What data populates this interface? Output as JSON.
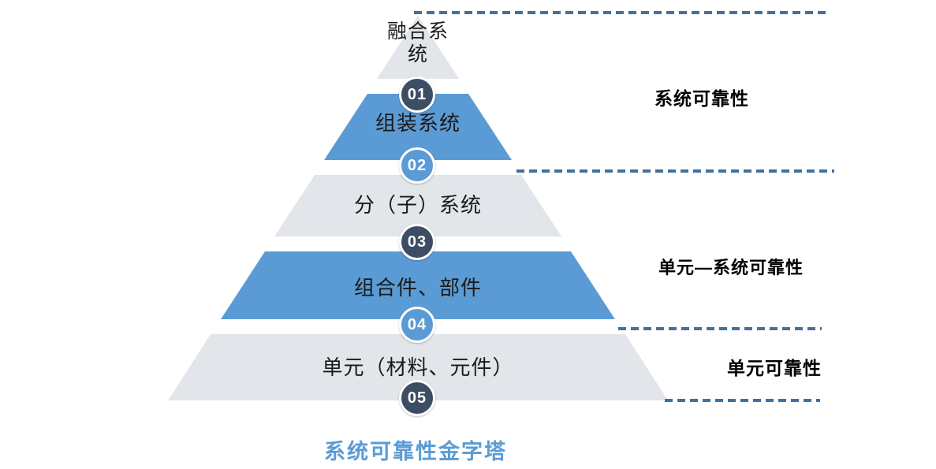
{
  "pyramid": {
    "levels": [
      {
        "label": "融合系统",
        "badge": "01",
        "fill": "gray",
        "badge_color": "dark"
      },
      {
        "label": "组装系统",
        "badge": "02",
        "fill": "blue",
        "badge_color": "blue"
      },
      {
        "label": "分（子）系统",
        "badge": "03",
        "fill": "gray",
        "badge_color": "dark"
      },
      {
        "label": "组合件、部件",
        "badge": "04",
        "fill": "blue",
        "badge_color": "blue"
      },
      {
        "label": "单元（材料、元件）",
        "badge": "05",
        "fill": "gray",
        "badge_color": "dark"
      }
    ]
  },
  "annotations": [
    {
      "label": "系统可靠性"
    },
    {
      "label": "单元—系统可靠性"
    },
    {
      "label": "单元可靠性"
    }
  ],
  "caption": "系统可靠性金字塔",
  "colors": {
    "level_blue": "#5B9BD5",
    "level_gray": "#E2E5E9",
    "badge_dark": "#3D4D63",
    "badge_blue": "#5B9BD5",
    "dashed_line": "#41719C",
    "caption_text": "#5B9BD5",
    "label_text": "#1A1A1A",
    "annotation_text": "#000000"
  }
}
